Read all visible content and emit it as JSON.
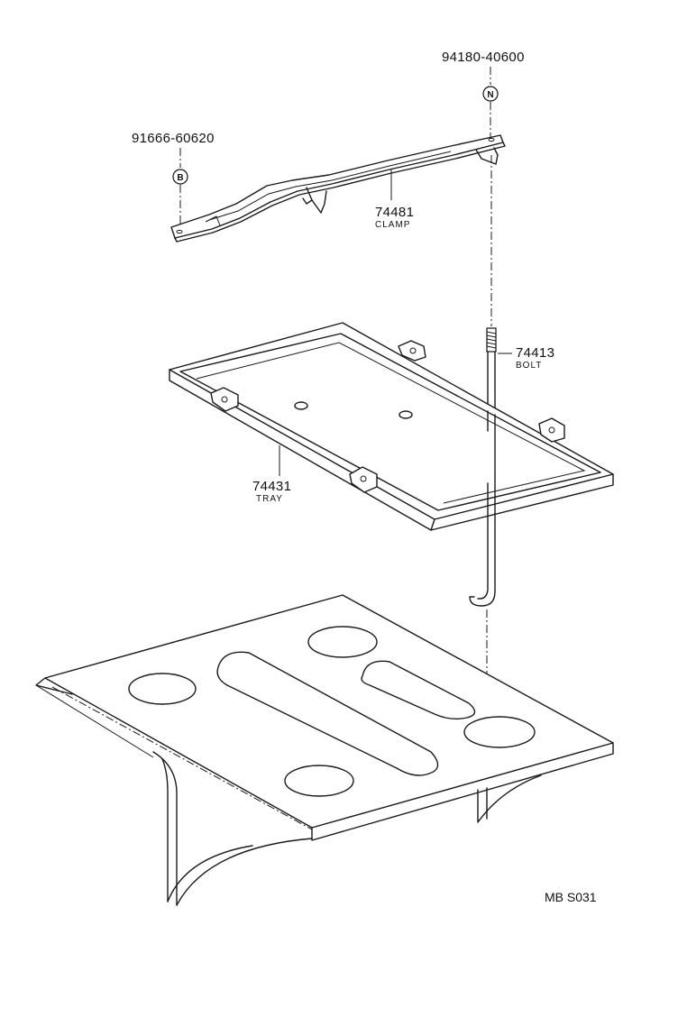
{
  "parts": {
    "nut_number": "94180-40600",
    "nut_callout": "N",
    "bolt_b_number": "91666-60620",
    "bolt_b_callout": "B",
    "clamp_number": "74481",
    "clamp_name": "CLAMP",
    "bolt_number": "74413",
    "bolt_name": "BOLT",
    "tray_number": "74431",
    "tray_name": "TRAY"
  },
  "diagram_code": "MB S031"
}
